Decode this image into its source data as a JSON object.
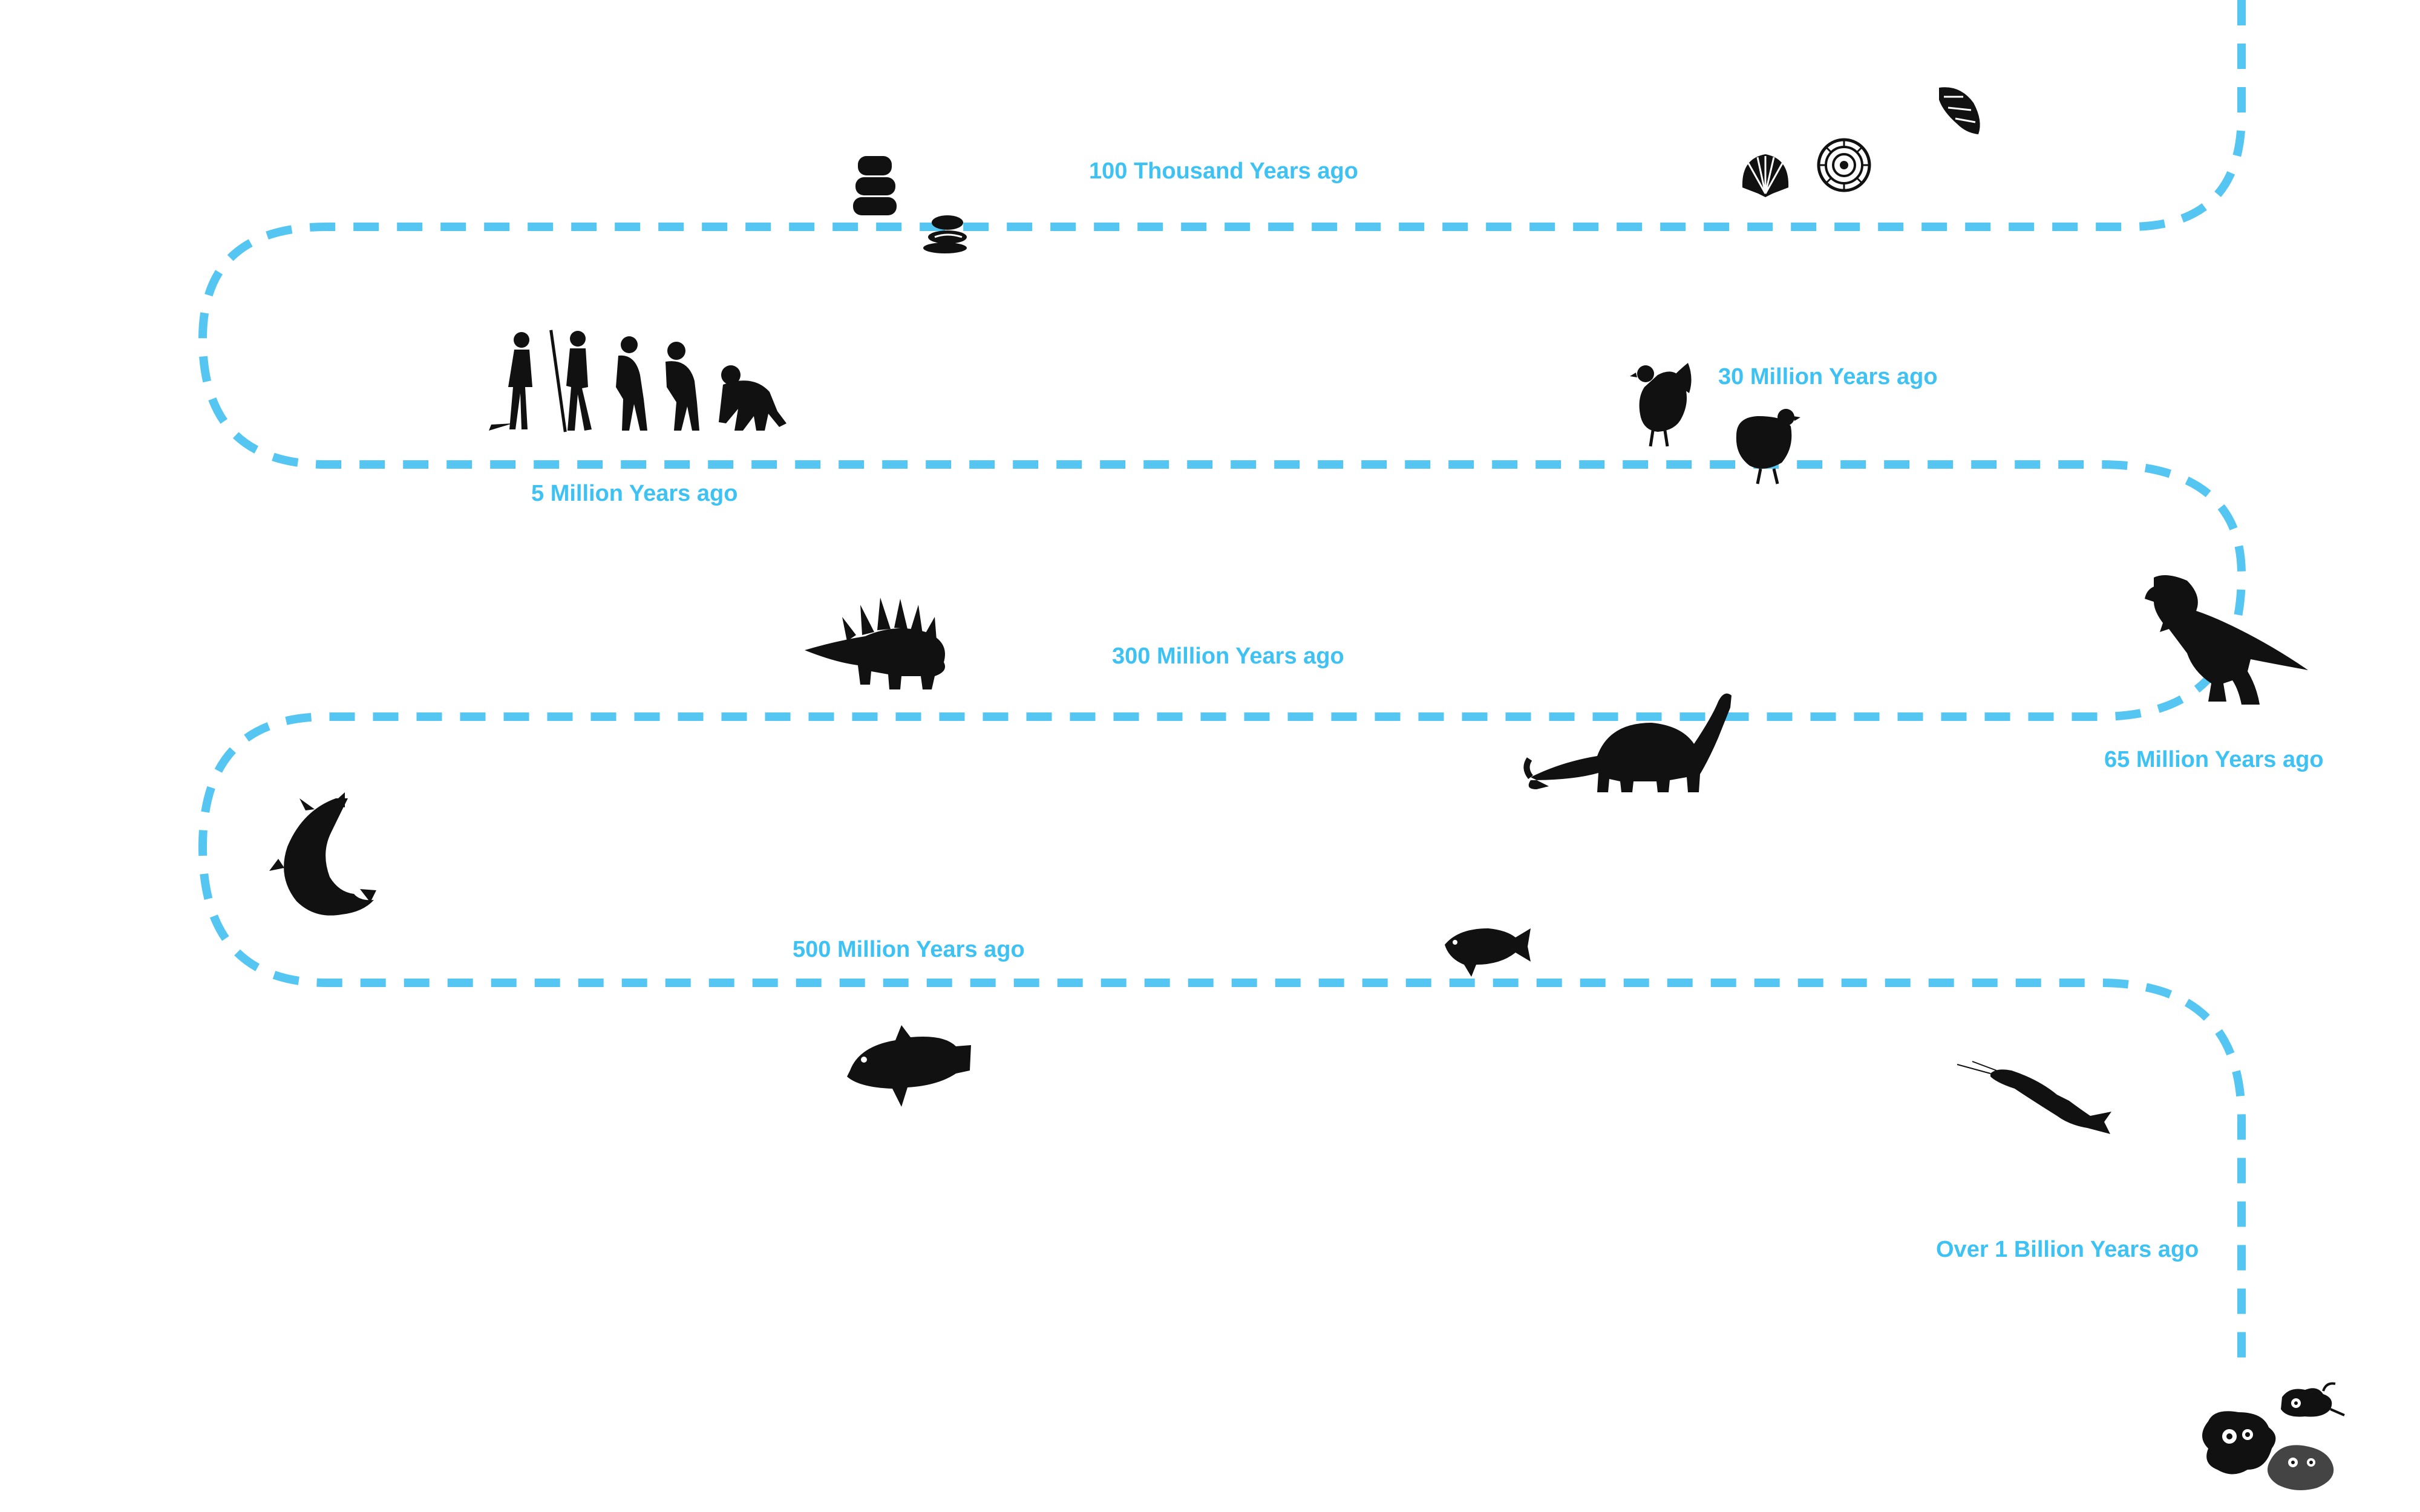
{
  "timeline": {
    "line_color": "#55c6f2",
    "label_color": "#3ec2f4",
    "silhouette_color": "#111111",
    "labels": [
      "100 Thousand Years ago",
      "30 Million Years ago",
      "5 Million Years ago",
      "300 Million Years ago",
      "65 Million Years ago",
      "500 Million Years ago",
      "Over 1 Billion Years ago"
    ],
    "icons": [
      "stacked-stones-icon",
      "pebble-stack-icon",
      "scallop-shell-icon",
      "ammonite-icon",
      "conch-shell-icon",
      "human-evolution-icon",
      "rooster-icon",
      "hen-icon",
      "stegosaurus-icon",
      "brontosaurus-icon",
      "t-rex-icon",
      "coelacanth-icon",
      "perch-fish-icon",
      "grouper-fish-icon",
      "catfish-icon",
      "microbe-cells-icon"
    ]
  }
}
